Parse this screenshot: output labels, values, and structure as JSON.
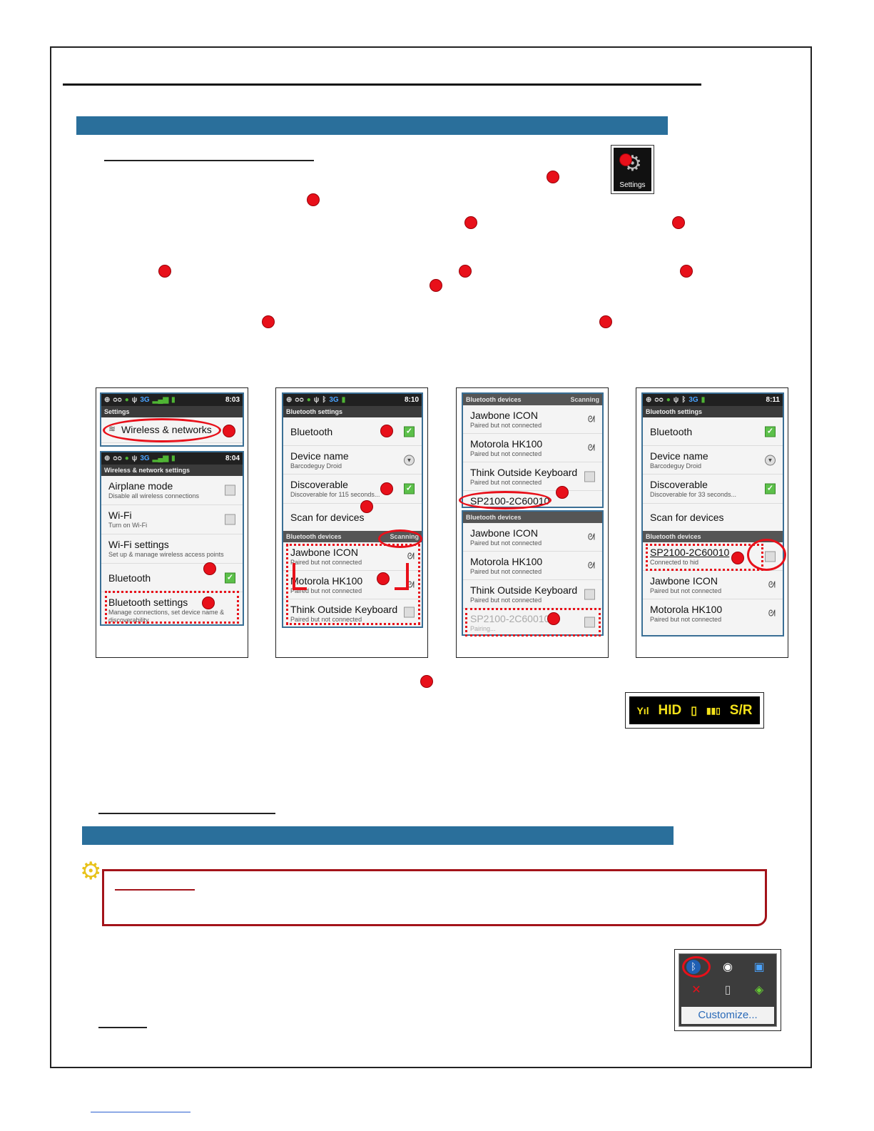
{
  "settings_icon": {
    "label": "Settings",
    "glyph": "⚙"
  },
  "screens": {
    "s1": {
      "top": {
        "time": "8:03",
        "title": "Settings",
        "item": "Wireless & networks"
      },
      "bottom": {
        "time": "8:04",
        "title": "Wireless & network settings",
        "items": [
          {
            "title": "Airplane mode",
            "sub": "Disable all wireless connections"
          },
          {
            "title": "Wi-Fi",
            "sub": "Turn on Wi-Fi"
          },
          {
            "title": "Wi-Fi settings",
            "sub": "Set up & manage wireless access points"
          },
          {
            "title": "Bluetooth",
            "sub": ""
          },
          {
            "title": "Bluetooth settings",
            "sub": "Manage connections, set device name & discoverability"
          }
        ]
      }
    },
    "s2": {
      "time": "8:10",
      "title": "Bluetooth settings",
      "items": [
        {
          "title": "Bluetooth",
          "sub": ""
        },
        {
          "title": "Device name",
          "sub": "Barcodeguy Droid"
        },
        {
          "title": "Discoverable",
          "sub": "Discoverable for 115 seconds..."
        },
        {
          "title": "Scan for devices",
          "sub": ""
        }
      ],
      "section": "Bluetooth devices",
      "scanning": "Scanning",
      "devices": [
        {
          "title": "Jawbone ICON",
          "sub": "Paired but not connected"
        },
        {
          "title": "Motorola HK100",
          "sub": "Paired but not connected"
        },
        {
          "title": "Think Outside Keyboard",
          "sub": "Paired but not connected"
        }
      ]
    },
    "s3": {
      "top": {
        "section": "Bluetooth devices",
        "scanning": "Scanning",
        "devices": [
          {
            "title": "Jawbone ICON",
            "sub": "Paired but not connected"
          },
          {
            "title": "Motorola HK100",
            "sub": "Paired but not connected"
          },
          {
            "title": "Think Outside Keyboard",
            "sub": "Paired but not connected"
          },
          {
            "title": "SP2100-2C60010",
            "sub": ""
          }
        ]
      },
      "bottom": {
        "section": "Bluetooth devices",
        "devices": [
          {
            "title": "Jawbone ICON",
            "sub": "Paired but not connected"
          },
          {
            "title": "Motorola HK100",
            "sub": "Paired but not connected"
          },
          {
            "title": "Think Outside Keyboard",
            "sub": "Paired but not connected"
          },
          {
            "title": "SP2100-2C60010",
            "sub": "Pairing..."
          }
        ]
      }
    },
    "s4": {
      "time": "8:11",
      "title": "Bluetooth settings",
      "items": [
        {
          "title": "Bluetooth",
          "sub": ""
        },
        {
          "title": "Device name",
          "sub": "Barcodeguy Droid"
        },
        {
          "title": "Discoverable",
          "sub": "Discoverable for 33 seconds..."
        },
        {
          "title": "Scan for devices",
          "sub": ""
        }
      ],
      "section": "Bluetooth devices",
      "devices": [
        {
          "title": "SP2100-2C60010",
          "sub": "Connected to hid"
        },
        {
          "title": "Jawbone ICON",
          "sub": "Paired but not connected"
        },
        {
          "title": "Motorola HK100",
          "sub": "Paired but not connected"
        }
      ]
    }
  },
  "hid_badge": {
    "signal": "Yıl",
    "hid": "HID",
    "mem": "▯",
    "batt": "▮▮▯",
    "sr": "S/R"
  },
  "tray": {
    "customize": "Customize..."
  },
  "colors": {
    "accent_bar": "#2a6f9b",
    "marker_red": "#e8101a",
    "note_border": "#a3131a"
  }
}
